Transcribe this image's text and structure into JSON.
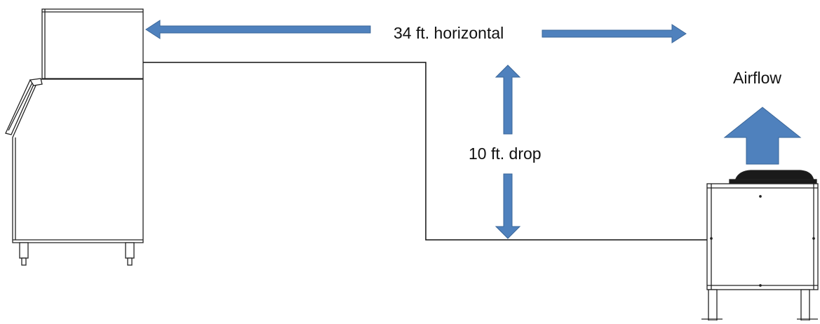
{
  "labels": {
    "horizontal": "34 ft. horizontal",
    "drop": "10 ft. drop",
    "airflow": "Airflow"
  },
  "colors": {
    "arrow_fill": "#4F81BD",
    "arrow_stroke": "#3A6699",
    "line": "#111111",
    "equipment_stroke": "#222222",
    "fan": "#1a1a1a"
  },
  "icons": {
    "ice_machine": "ice-machine-icon",
    "condenser": "remote-condenser-icon"
  }
}
